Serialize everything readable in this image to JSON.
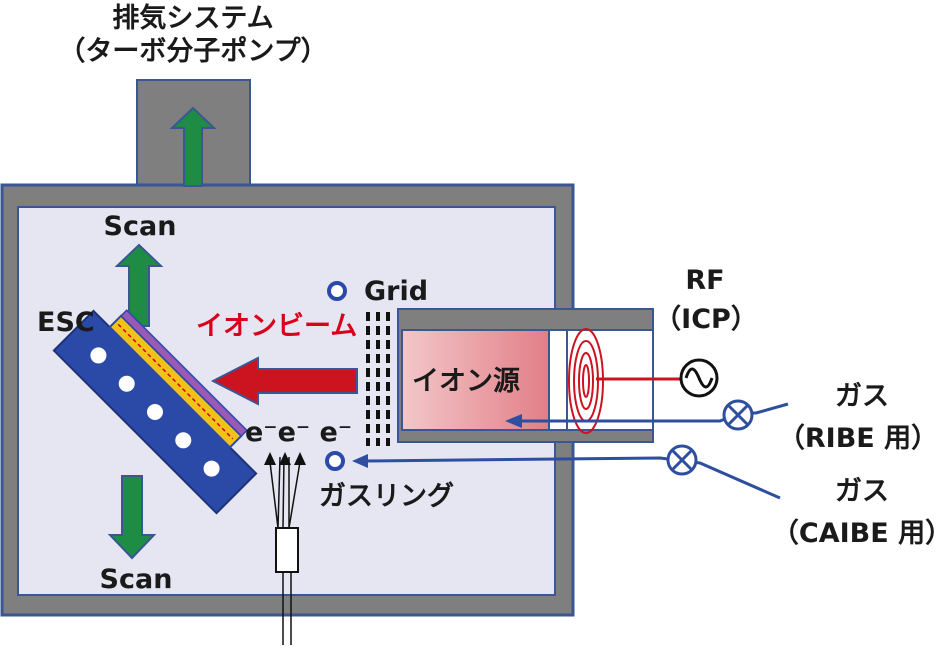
{
  "labels": {
    "exhaust_title": "排気システム",
    "exhaust_sub": "（ターボ分子ポンプ）",
    "scan_top": "Scan",
    "scan_bottom": "Scan",
    "esc": "ESC",
    "ion_beam": "イオンビーム",
    "grid": "Grid",
    "ion_source": "イオン源",
    "rf": "RF",
    "icp": "（ICP）",
    "electrons": "e⁻e⁻ e⁻",
    "gas_ring": "ガスリング",
    "gas1": "ガス",
    "gas1_use": "（RIBE 用）",
    "gas2": "ガス",
    "gas2_use": "（CAIBE 用）"
  },
  "colors": {
    "chamber_wall": "#7f7f7f",
    "chamber_edge": "#3a5695",
    "chamber_interior": "#e6e6f3",
    "flow_arrow": "#1e8c45",
    "ion_beam": "#cc1420",
    "esc_body": "#2b4aa8",
    "wafer": "#f2c11a",
    "source_plasma": "#e8898f",
    "coil": "#cc1420",
    "gas_line": "#2e4ea0"
  }
}
